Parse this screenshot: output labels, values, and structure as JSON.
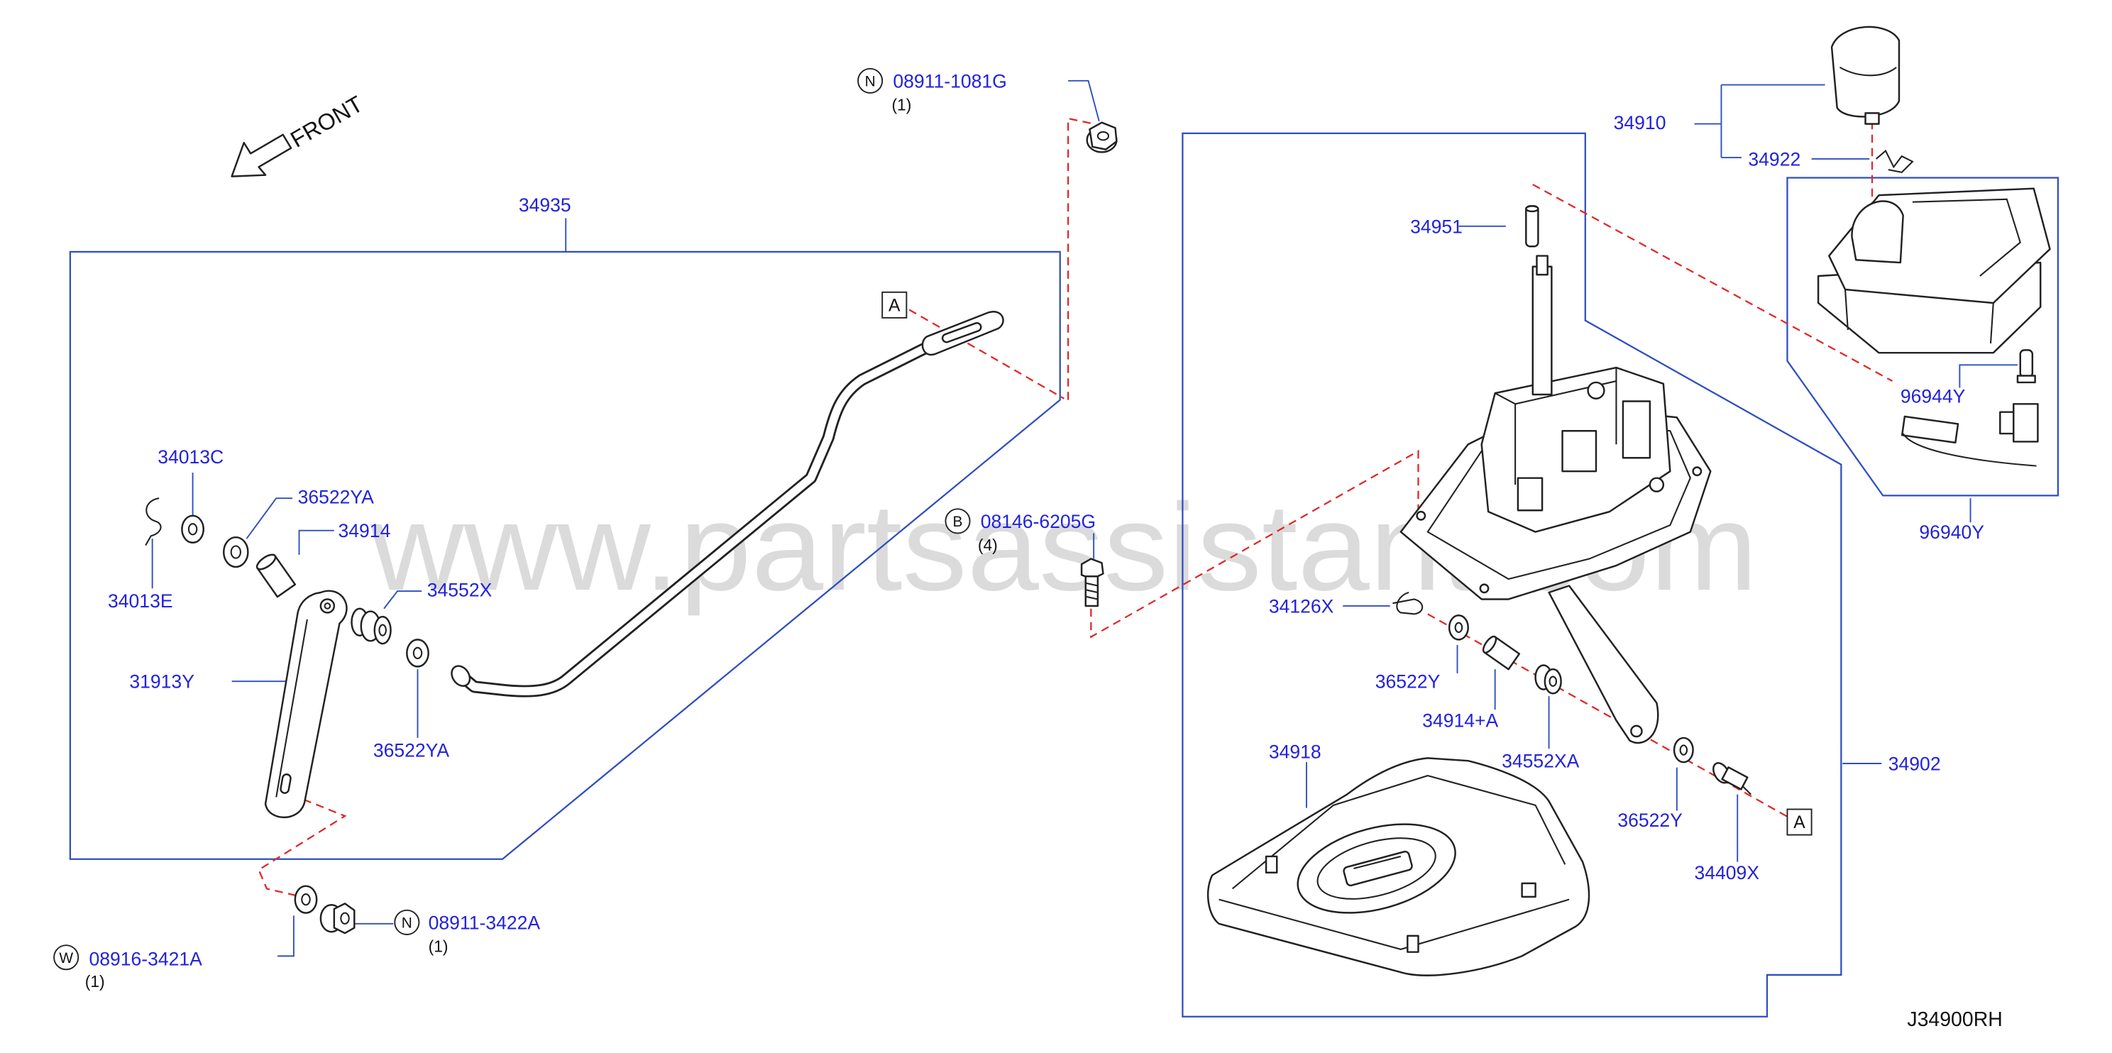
{
  "diagram": {
    "front_label": "FRONT",
    "drawing_code": "J34900RH",
    "watermark": "www.partsassistant.com",
    "ref_a_top": "A",
    "ref_a_bottom": "A",
    "callouts": {
      "p34935": "34935",
      "p34013c": "34013C",
      "p36522ya_upper": "36522YA",
      "p34914": "34914",
      "p34552x": "34552X",
      "p34013e": "34013E",
      "p31913y": "31913Y",
      "p36522ya_lower": "36522YA",
      "p34951": "34951",
      "p34910": "34910",
      "p34922": "34922",
      "p96944y": "96944Y",
      "p96940y": "96940Y",
      "p34126x": "34126X",
      "p36522y_upper": "36522Y",
      "p34914a": "34914+A",
      "p34552xa": "34552XA",
      "p34918": "34918",
      "p34902": "34902",
      "p36522y_lower": "36522Y",
      "p34409x": "34409X"
    },
    "fasteners": {
      "nut_top": {
        "symbol": "N",
        "part": "08911-1081G",
        "qty": "(1)"
      },
      "bolt": {
        "symbol": "B",
        "part": "08146-6205G",
        "qty": "(4)"
      },
      "nut_bottom": {
        "symbol": "N",
        "part": "08911-3422A",
        "qty": "(1)"
      },
      "washer_bottom": {
        "symbol": "W",
        "part": "08916-3421A",
        "qty": "(1)"
      }
    }
  },
  "colors": {
    "callout_text": "#2222dd",
    "outline": "#2f4fbf",
    "dashed_line": "#e02828",
    "part_stroke": "#222222",
    "watermark": "#c8c8c8"
  }
}
